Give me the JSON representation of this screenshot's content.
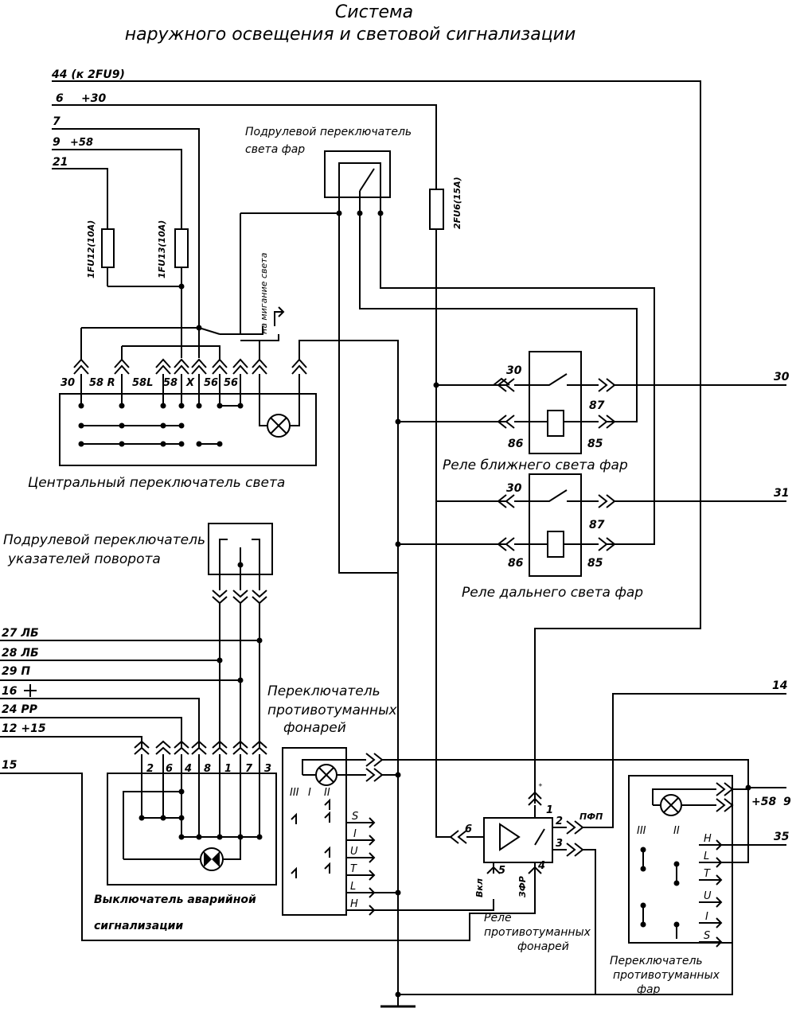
{
  "title": {
    "line1": "Система",
    "line2": "наружного освещения и световой сигнализации"
  },
  "wires_top": {
    "w44": "44 (к 2FU9)",
    "w6": "6",
    "w6_val": "+30",
    "w7": "7",
    "w9": "9",
    "w9_val": "+58",
    "w21": "21"
  },
  "fuses": {
    "f12": "1FU12(10А)",
    "f13": "1FU13(10А)",
    "f26": "2FU6(15А)"
  },
  "headlight_switch": {
    "label_1": "Подрулевой переключатель",
    "label_2": "света фар"
  },
  "flash_note": "на мигание света",
  "central_switch": {
    "label": "Центральный переключатель света",
    "pins": [
      "30",
      "58 R",
      "58L",
      "58",
      "X",
      "56",
      "56"
    ]
  },
  "low_relay": {
    "label": "Реле ближнего света фар",
    "p30": "30",
    "p87": "87",
    "p86": "86",
    "p85": "85",
    "out": "30"
  },
  "high_relay": {
    "label": "Реле дальнего света фар",
    "p30": "30",
    "p87": "87",
    "p86": "86",
    "p85": "85",
    "out": "31"
  },
  "turn_switch": {
    "label_1": "Подрулевой переключатель",
    "label_2": "указателей поворота"
  },
  "wires_left": {
    "w27": "27 ЛБ",
    "w28": "28 ЛБ",
    "w29": "29 П",
    "w16": "16",
    "w24": "24 РР",
    "w12": "12 +15",
    "w15": "15"
  },
  "hazard": {
    "label_1": "Выключатель аварийной",
    "label_2": "сигнализации",
    "pins": [
      "2",
      "6",
      "4",
      "8",
      "1",
      "7",
      "3"
    ]
  },
  "fog_lamp_switch": {
    "label_1": "Переключатель",
    "label_2": "противотуманных",
    "label_3": "фонарей",
    "positions": [
      "III",
      "I",
      "II"
    ],
    "letters": [
      "S",
      "I",
      "U",
      "T",
      "L",
      "H"
    ]
  },
  "fog_relay": {
    "label_1": "Реле",
    "label_2": "противотуманных",
    "label_3": "фонарей",
    "p1": "1",
    "p2": "2",
    "p3": "3",
    "p4": "4",
    "p5": "5",
    "p6": "6",
    "pfp": "ПФП",
    "vkl": "Вкл",
    "zfr": "ЗФР"
  },
  "fog_headlight_switch": {
    "label_1": "Переключатель",
    "label_2": "противотуманных",
    "label_3": "фар",
    "positions": [
      "III",
      "II"
    ],
    "letters": [
      "H",
      "L",
      "T",
      "U",
      "I",
      "S"
    ]
  },
  "wires_right": {
    "w14": "14",
    "w58": "+58",
    "w9": "9",
    "w35": "35"
  }
}
